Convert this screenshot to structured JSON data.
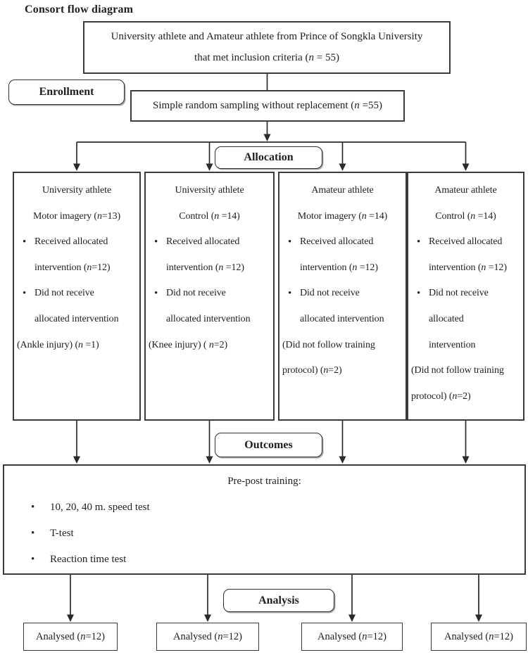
{
  "title": "Consort flow diagram",
  "colors": {
    "ink": "#1f1f1f",
    "border": "#3b3b3b",
    "background": "#ffffff"
  },
  "top_box": {
    "line1": "University athlete and Amateur athlete from Prince of Songkla University",
    "line2": "that met inclusion criteria (n = 55)"
  },
  "stage_labels": {
    "enrollment": "Enrollment",
    "allocation": "Allocation",
    "outcomes": "Outcomes",
    "analysis": "Analysis"
  },
  "sampling_box": {
    "text": "Simple random sampling without replacement (n =55)"
  },
  "allocation_columns": [
    {
      "id": "university-motor-imagery",
      "lines": [
        {
          "style": "center",
          "text": "University athlete"
        },
        {
          "style": "center",
          "text": "Motor imagery (n=13)"
        },
        {
          "style": "bullet",
          "text": "Received allocated"
        },
        {
          "style": "bullet-cont",
          "text": "intervention (n=12)"
        },
        {
          "style": "bullet",
          "text": "Did not receive"
        },
        {
          "style": "bullet-cont",
          "text": "allocated intervention"
        },
        {
          "style": "flush",
          "text": "(Ankle injury) (n =1)"
        }
      ]
    },
    {
      "id": "university-control",
      "lines": [
        {
          "style": "center",
          "text": "University athlete"
        },
        {
          "style": "center",
          "text": "Control (n =14)"
        },
        {
          "style": "bullet",
          "text": "Received allocated"
        },
        {
          "style": "bullet-cont",
          "text": "intervention (n =12)"
        },
        {
          "style": "bullet",
          "text": "Did not receive"
        },
        {
          "style": "bullet-cont",
          "text": "allocated intervention"
        },
        {
          "style": "flush",
          "text": "(Knee injury) ( n=2)"
        }
      ]
    },
    {
      "id": "amateur-motor-imagery",
      "lines": [
        {
          "style": "center",
          "text": "Amateur athlete"
        },
        {
          "style": "center",
          "text": "Motor imagery (n =14)"
        },
        {
          "style": "bullet",
          "text": "Received allocated"
        },
        {
          "style": "bullet-cont",
          "text": "intervention (n =12)"
        },
        {
          "style": "bullet",
          "text": "Did not receive"
        },
        {
          "style": "bullet-cont",
          "text": "allocated intervention"
        },
        {
          "style": "flush",
          "text": "(Did not follow training"
        },
        {
          "style": "flush",
          "text": "protocol) (n=2)"
        }
      ]
    },
    {
      "id": "amateur-control",
      "lines": [
        {
          "style": "center",
          "text": "Amateur athlete"
        },
        {
          "style": "center",
          "text": "Control (n =14)"
        },
        {
          "style": "bullet",
          "text": "Received allocated"
        },
        {
          "style": "bullet-cont",
          "text": "intervention (n =12)"
        },
        {
          "style": "bullet",
          "text": "Did not receive"
        },
        {
          "style": "bullet-cont",
          "text": "allocated"
        },
        {
          "style": "bullet-cont",
          "text": "intervention"
        },
        {
          "style": "flush",
          "text": "(Did not follow training"
        },
        {
          "style": "flush",
          "text": "protocol) (n=2)"
        }
      ]
    }
  ],
  "outcomes_box": {
    "title": "Pre-post training:",
    "bullets": [
      "10, 20, 40 m. speed test",
      "T-test",
      "Reaction time test"
    ]
  },
  "analysed_boxes": [
    "Analysed (n=12)",
    "Analysed (n=12)",
    "Analysed (n=12)",
    "Analysed (n=12)"
  ]
}
